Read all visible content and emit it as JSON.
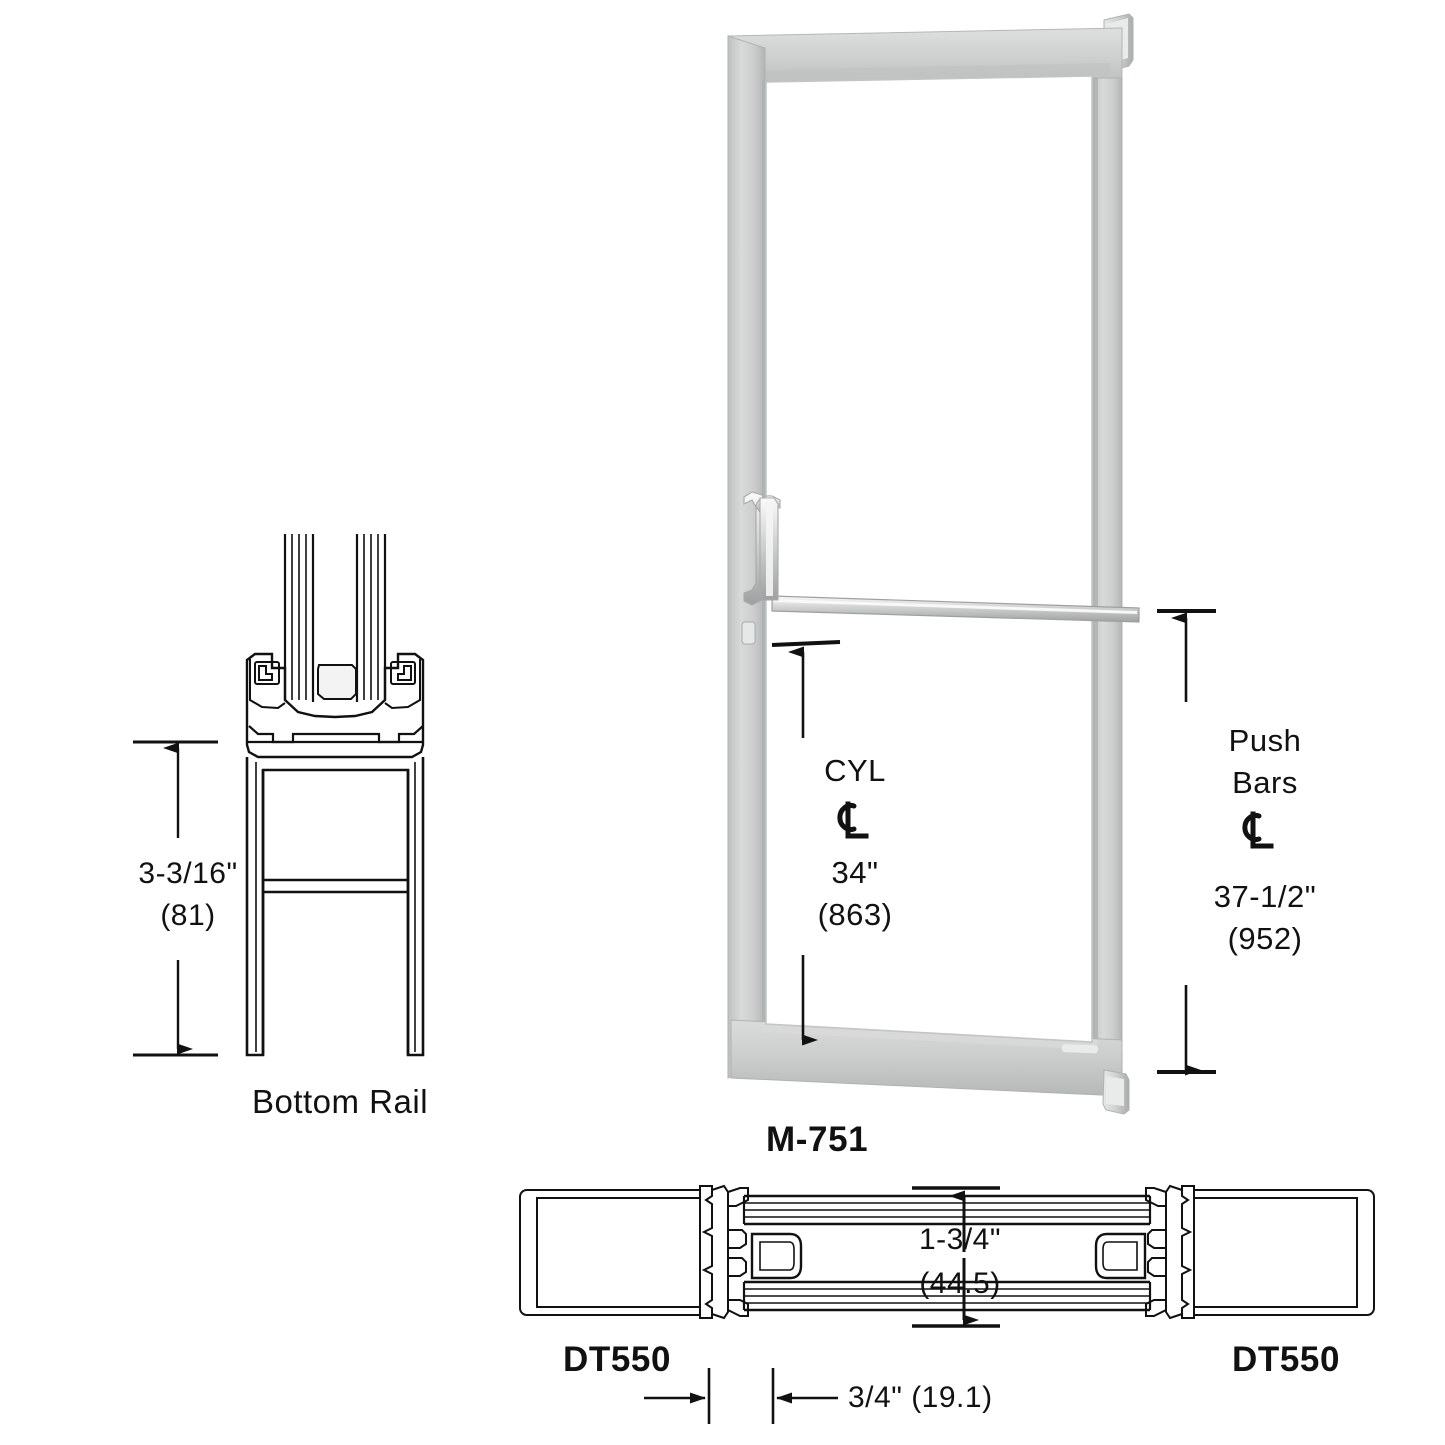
{
  "drawing": {
    "type": "aluminum-door-technical-drawing",
    "background_color": "#ffffff",
    "line_color": "#111111",
    "metal_light": "#d6d7d7",
    "metal_mid": "#c6c7c7",
    "metal_dark": "#a9abab",
    "metal_shadow": "#8e9090"
  },
  "bottom_rail_detail": {
    "title": "Bottom Rail",
    "dimension": {
      "imperial": "3-3/16\"",
      "metric": "(81)"
    }
  },
  "door_elevation": {
    "cyl_callout": {
      "label_line1": "CYL",
      "centerline_symbol": "centerline-symbol",
      "imperial": "34\"",
      "metric": "(863)"
    },
    "push_bars_callout": {
      "label_line1": "Push",
      "label_line2": "Bars",
      "centerline_symbol": "centerline-symbol",
      "imperial": "37-1/2\"",
      "metric": "(952)"
    }
  },
  "section_detail": {
    "top_label": "M-751",
    "left_label": "DT550",
    "right_label": "DT550",
    "vertical_dimension": {
      "imperial": "1-3/4\"",
      "metric": "(44.5)"
    },
    "horizontal_dimension": {
      "combined": "3/4\" (19.1)"
    }
  }
}
